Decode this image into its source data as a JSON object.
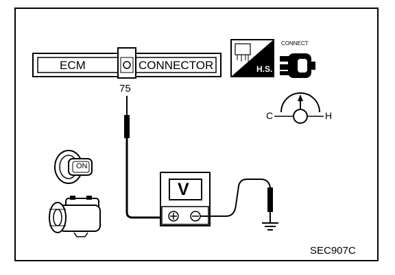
{
  "connector": {
    "left_label": "ECM",
    "right_label": "CONNECTOR",
    "terminal": "75"
  },
  "icons": {
    "hs_label": "H.S.",
    "connect_label": "CONNECT",
    "cold_label": "C",
    "hot_label": "H",
    "ignition_label": "ON"
  },
  "meter": {
    "label": "V"
  },
  "figure_id": "SEC907C"
}
